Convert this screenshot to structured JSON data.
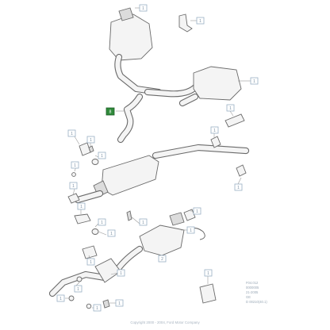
{
  "footer": {
    "ref_lines": [
      "F04.012",
      "0000005",
      "21-2005",
      "GE",
      "D 00210(40.1)"
    ],
    "copyright": "Copyright 2000 - 2004, Ford Motor Company"
  },
  "callouts": [
    {
      "id": "c-rear-muffler-top",
      "label": "1",
      "selected": false
    },
    {
      "id": "c-top-clamp",
      "label": "1",
      "selected": false
    },
    {
      "id": "c-rear-muffler",
      "label": "1",
      "selected": false
    },
    {
      "id": "c-pipe-selected",
      "label": "8",
      "selected": true
    },
    {
      "id": "c-bracket-left",
      "label": "1",
      "selected": false
    },
    {
      "id": "c-bolt-left",
      "label": "1",
      "selected": false
    },
    {
      "id": "c-mount-left",
      "label": "1",
      "selected": false
    },
    {
      "id": "c-nut-left",
      "label": "1",
      "selected": false
    },
    {
      "id": "c-gasket-left",
      "label": "1",
      "selected": false
    },
    {
      "id": "c-stud-left",
      "label": "1",
      "selected": false
    },
    {
      "id": "c-sensor",
      "label": "1",
      "selected": false
    },
    {
      "id": "c-hanger-right",
      "label": "1",
      "selected": false
    },
    {
      "id": "c-sleeve",
      "label": "1",
      "selected": false
    },
    {
      "id": "c-bolt-mid",
      "label": "1",
      "selected": false
    },
    {
      "id": "c-bracket-mid",
      "label": "1",
      "selected": false
    },
    {
      "id": "c-bracket-low",
      "label": "1",
      "selected": false
    },
    {
      "id": "c-cat-1",
      "label": "1",
      "selected": false
    },
    {
      "id": "c-cat-2",
      "label": "2",
      "selected": false
    },
    {
      "id": "c-cat-3",
      "label": "1",
      "selected": false
    },
    {
      "id": "c-clamp-low",
      "label": "1",
      "selected": false
    },
    {
      "id": "c-gasket-front",
      "label": "1",
      "selected": false
    },
    {
      "id": "c-nut-front",
      "label": "1",
      "selected": false
    },
    {
      "id": "c-stud-front",
      "label": "1",
      "selected": false
    },
    {
      "id": "c-heat-shield",
      "label": "1",
      "selected": false
    },
    {
      "id": "c-insulator",
      "label": "1",
      "selected": false
    },
    {
      "id": "c-bolt-bottom",
      "label": "1",
      "selected": false
    }
  ]
}
